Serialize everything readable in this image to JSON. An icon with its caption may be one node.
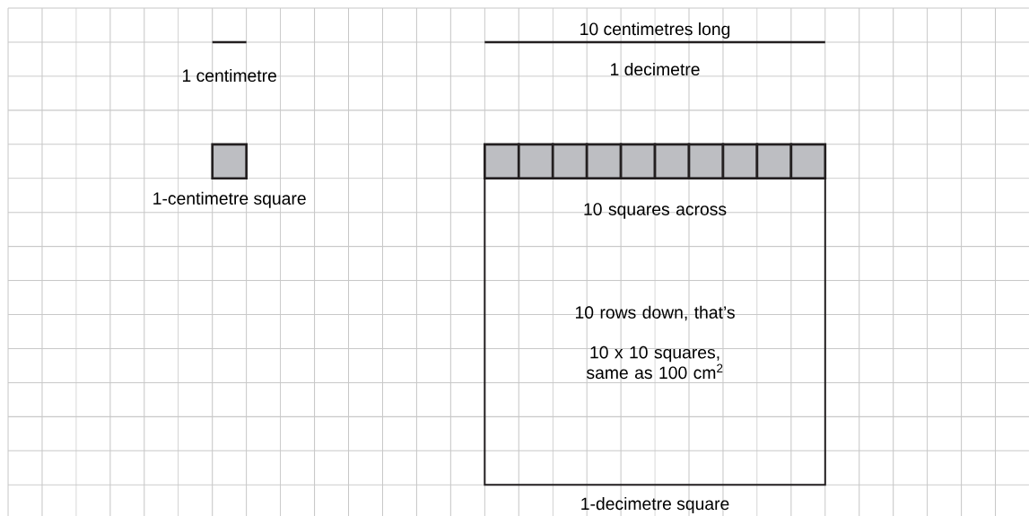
{
  "diagram": {
    "nodes": [
      {
        "text": [],
        "shape": "box",
        "beside": [
          "1-centimetre square"
        ]
      },
      {
        "text": [],
        "shape": "box"
      },
      {
        "text": [],
        "shape": "box"
      },
      {
        "text": [],
        "shape": "box"
      },
      {
        "text": [],
        "shape": "box"
      },
      {
        "text": [],
        "shape": "box"
      },
      {
        "text": [],
        "shape": "box"
      },
      {
        "text": [],
        "shape": "box"
      },
      {
        "text": [],
        "shape": "box"
      },
      {
        "text": [],
        "shape": "box"
      },
      {
        "text": [],
        "shape": "box"
      },
      {
        "text": [
          "10 squares across",
          "10 rows down, that’s",
          "10 x 10 squares, same as 100 cm$^{2}$"
        ],
        "beside": [
          "1-decimetre square"
        ]
      }
    ],
    "edges": [],
    "labels": [
      "1 centimetre",
      "10 centimetres long",
      "1 decimetre"
    ]
  }
}
